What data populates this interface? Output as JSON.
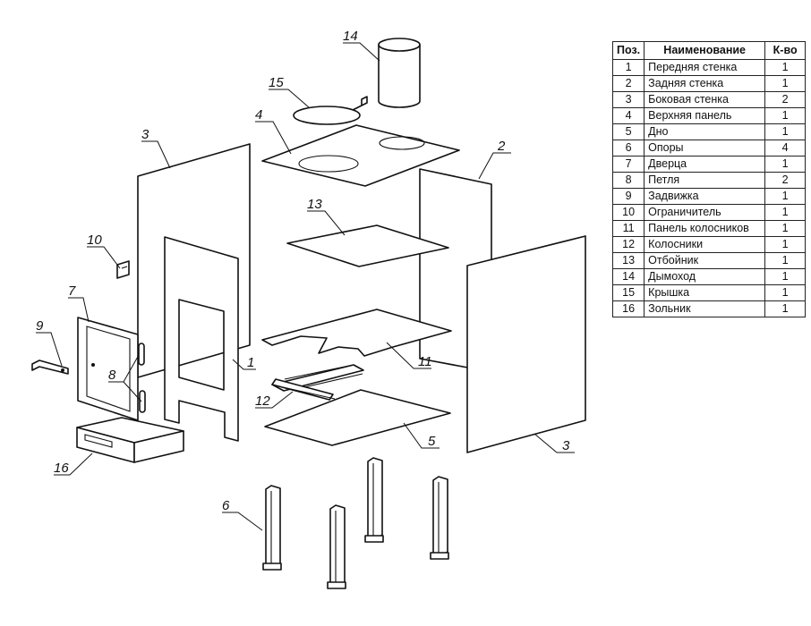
{
  "table": {
    "headers": {
      "pos": "Поз.",
      "name": "Наименование",
      "qty": "К-во"
    },
    "rows": [
      {
        "pos": "1",
        "name": "Передняя стенка",
        "qty": "1"
      },
      {
        "pos": "2",
        "name": "Задняя стенка",
        "qty": "1"
      },
      {
        "pos": "3",
        "name": "Боковая стенка",
        "qty": "2"
      },
      {
        "pos": "4",
        "name": "Верхняя панель",
        "qty": "1"
      },
      {
        "pos": "5",
        "name": "Дно",
        "qty": "1"
      },
      {
        "pos": "6",
        "name": "Опоры",
        "qty": "4"
      },
      {
        "pos": "7",
        "name": "Дверца",
        "qty": "1"
      },
      {
        "pos": "8",
        "name": "Петля",
        "qty": "2"
      },
      {
        "pos": "9",
        "name": "Задвижка",
        "qty": "1"
      },
      {
        "pos": "10",
        "name": "Ограничитель",
        "qty": "1"
      },
      {
        "pos": "11",
        "name": "Панель колосников",
        "qty": "1"
      },
      {
        "pos": "12",
        "name": "Колосники",
        "qty": "1"
      },
      {
        "pos": "13",
        "name": "Отбойник",
        "qty": "1"
      },
      {
        "pos": "14",
        "name": "Дымоход",
        "qty": "1"
      },
      {
        "pos": "15",
        "name": "Крышка",
        "qty": "1"
      },
      {
        "pos": "16",
        "name": "Зольник",
        "qty": "1"
      }
    ]
  },
  "callouts": {
    "c1": "1",
    "c2": "2",
    "c3a": "3",
    "c3b": "3",
    "c4": "4",
    "c5": "5",
    "c6": "6",
    "c7": "7",
    "c8": "8",
    "c9": "9",
    "c10": "10",
    "c11": "11",
    "c12": "12",
    "c13": "13",
    "c14": "14",
    "c15": "15",
    "c16": "16"
  }
}
